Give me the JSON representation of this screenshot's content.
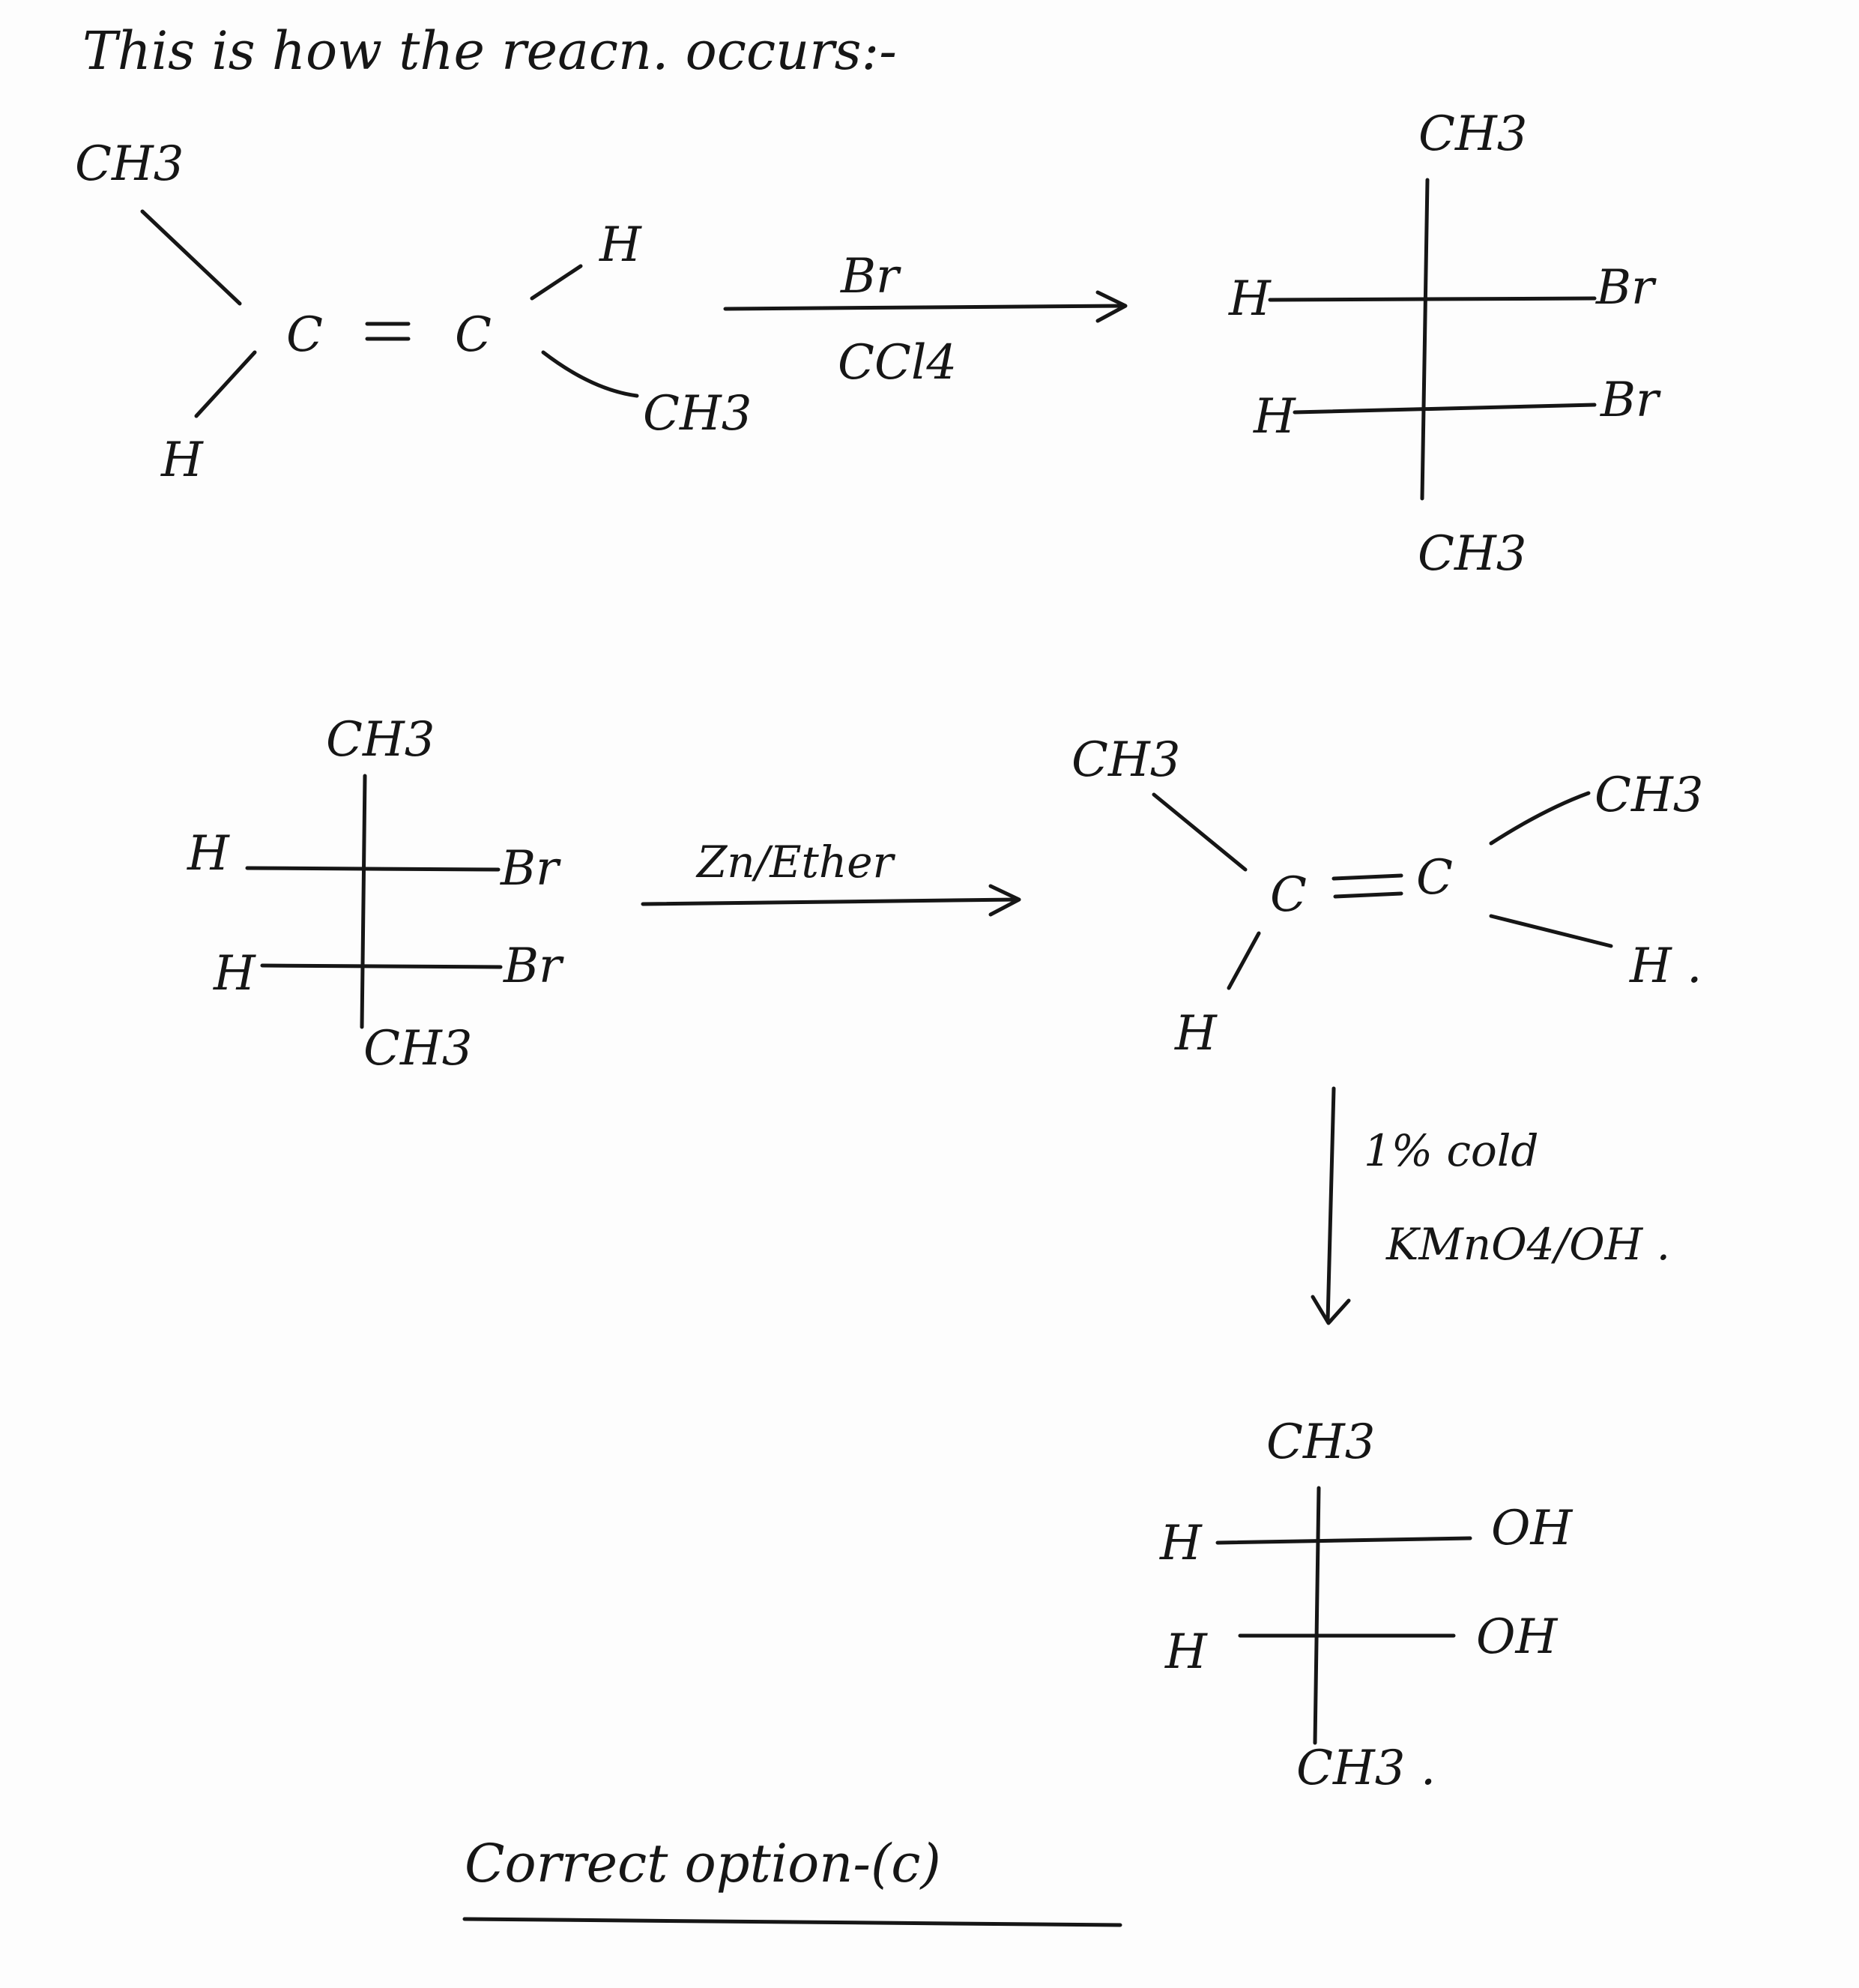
{
  "heading": "This is how the reacn. occurs:-",
  "reaction1": {
    "reactant": {
      "left_top": "CH3",
      "left_bottom": "H",
      "right_top": "H",
      "right_bottom": "CH3",
      "c1": "C",
      "c2": "C"
    },
    "reagent_top": "Br",
    "reagent_bottom": "CCl4",
    "product": {
      "top": "CH3",
      "bottom": "CH3",
      "r1_left": "H",
      "r1_right": "Br",
      "r2_left": "H",
      "r2_right": "Br"
    }
  },
  "reaction2": {
    "reactant": {
      "top": "CH3",
      "bottom": "CH3",
      "r1_left": "H",
      "r1_right": "Br",
      "r2_left": "H",
      "r2_right": "Br"
    },
    "reagent_top": "Zn/Ether",
    "product": {
      "left_top": "CH3",
      "left_bottom": "H",
      "right_top": "CH3",
      "right_bottom": "H .",
      "c1": "C",
      "c2": "C"
    }
  },
  "reaction3": {
    "reagent_line1": "1% cold",
    "reagent_line2": "KMnO4/OH .",
    "product": {
      "top": "CH3",
      "bottom": "CH3 .",
      "r1_left": "H",
      "r1_right": "OH",
      "r2_left": "H",
      "r2_right": "OH"
    }
  },
  "answer": "Correct option-(c)"
}
